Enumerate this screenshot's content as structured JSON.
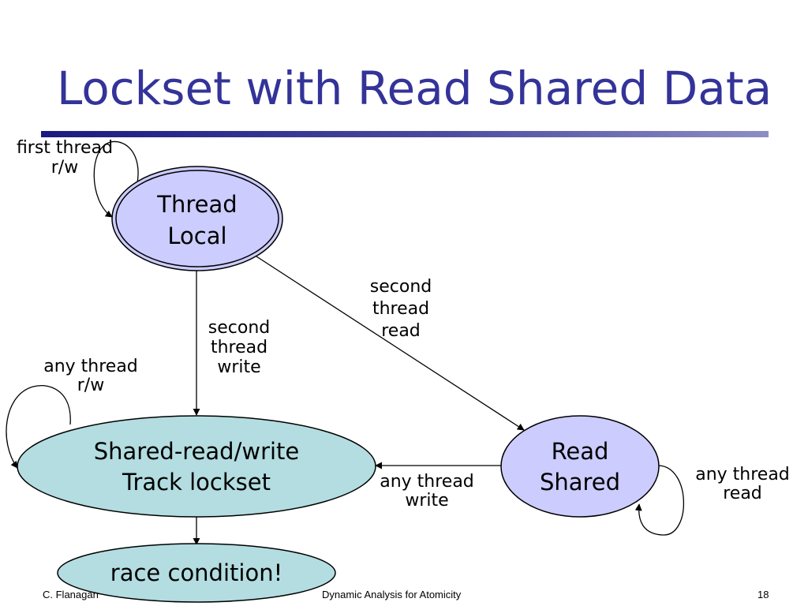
{
  "slide": {
    "title": "Lockset with Read Shared Data",
    "footer": {
      "author": "C. Flanagan",
      "center": "Dynamic Analysis for Atomicity",
      "page": "18"
    }
  },
  "diagram": {
    "nodes": {
      "thread_local": {
        "line1": "Thread",
        "line2": "Local",
        "fill": "#ccccff"
      },
      "shared_rw": {
        "line1": "Shared-read/write",
        "line2": "Track lockset",
        "fill": "#b3dde0"
      },
      "read_shared": {
        "line1": "Read",
        "line2": "Shared",
        "fill": "#ccccff"
      },
      "race": {
        "line1": "race condition!",
        "fill": "#b3dde0"
      }
    },
    "edges": {
      "first_thread_rw": {
        "line1": "first thread",
        "line2": "r/w"
      },
      "any_thread_rw": {
        "line1": "any thread",
        "line2": "r/w"
      },
      "second_thread_write": {
        "line1": "second",
        "line2": "thread",
        "line3": "write"
      },
      "second_thread_read": {
        "line1": "second",
        "line2": "thread",
        "line3": "read"
      },
      "any_thread_write": {
        "line1": "any thread",
        "line2": "write"
      },
      "any_thread_read": {
        "line1": "any thread",
        "line2": "read"
      }
    }
  }
}
